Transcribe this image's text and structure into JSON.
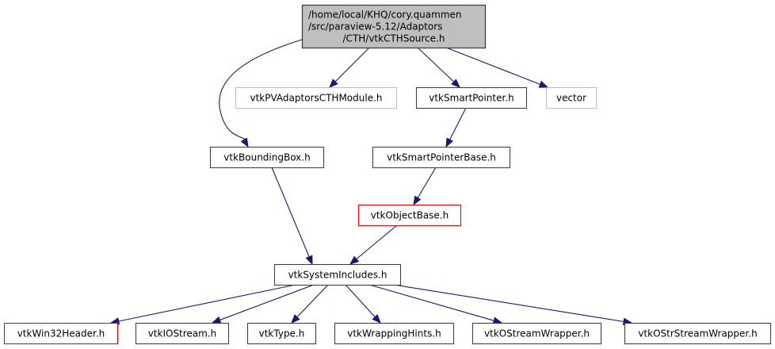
{
  "diagram": {
    "type": "include-dependency-graph",
    "colors": {
      "edge": "#191970",
      "root_fill": "#bfbfbf",
      "root_border": "#404040",
      "normal_border": "#404040",
      "external_border": "#bfbfbf",
      "truncated_border": "#ff0000"
    },
    "nodes": [
      {
        "id": "root",
        "kind": "root",
        "lines": [
          "/home/local/KHQ/cory.quammen",
          "/src/paraview-5.12/Adaptors",
          "/CTH/vtkCTHSource.h"
        ]
      },
      {
        "id": "pvadaptors",
        "kind": "external",
        "lines": [
          "vtkPVAdaptorsCTHModule.h"
        ]
      },
      {
        "id": "smartpointer",
        "kind": "normal",
        "lines": [
          "vtkSmartPointer.h"
        ]
      },
      {
        "id": "vector",
        "kind": "external",
        "lines": [
          "vector"
        ]
      },
      {
        "id": "boundingbox",
        "kind": "normal",
        "lines": [
          "vtkBoundingBox.h"
        ]
      },
      {
        "id": "smartpointerbase",
        "kind": "normal",
        "lines": [
          "vtkSmartPointerBase.h"
        ]
      },
      {
        "id": "objectbase",
        "kind": "truncated",
        "lines": [
          "vtkObjectBase.h"
        ]
      },
      {
        "id": "systemincludes",
        "kind": "normal",
        "lines": [
          "vtkSystemIncludes.h"
        ]
      },
      {
        "id": "win32header",
        "kind": "truncated",
        "lines": [
          "vtkWin32Header.h"
        ]
      },
      {
        "id": "iostream",
        "kind": "normal",
        "lines": [
          "vtkIOStream.h"
        ]
      },
      {
        "id": "type",
        "kind": "normal",
        "lines": [
          "vtkType.h"
        ]
      },
      {
        "id": "wrappinghints",
        "kind": "normal",
        "lines": [
          "vtkWrappingHints.h"
        ]
      },
      {
        "id": "ostreamwrapper",
        "kind": "normal",
        "lines": [
          "vtkOStreamWrapper.h"
        ]
      },
      {
        "id": "ostrstreamwrapper",
        "kind": "normal",
        "lines": [
          "vtkOStrStreamWrapper.h"
        ]
      }
    ],
    "edges": [
      {
        "from": "root",
        "to": "boundingbox"
      },
      {
        "from": "root",
        "to": "pvadaptors"
      },
      {
        "from": "root",
        "to": "smartpointer"
      },
      {
        "from": "root",
        "to": "vector"
      },
      {
        "from": "smartpointer",
        "to": "smartpointerbase"
      },
      {
        "from": "smartpointerbase",
        "to": "objectbase"
      },
      {
        "from": "boundingbox",
        "to": "systemincludes"
      },
      {
        "from": "objectbase",
        "to": "systemincludes"
      },
      {
        "from": "systemincludes",
        "to": "win32header"
      },
      {
        "from": "systemincludes",
        "to": "iostream"
      },
      {
        "from": "systemincludes",
        "to": "type"
      },
      {
        "from": "systemincludes",
        "to": "wrappinghints"
      },
      {
        "from": "systemincludes",
        "to": "ostreamwrapper"
      },
      {
        "from": "systemincludes",
        "to": "ostrstreamwrapper"
      }
    ]
  }
}
